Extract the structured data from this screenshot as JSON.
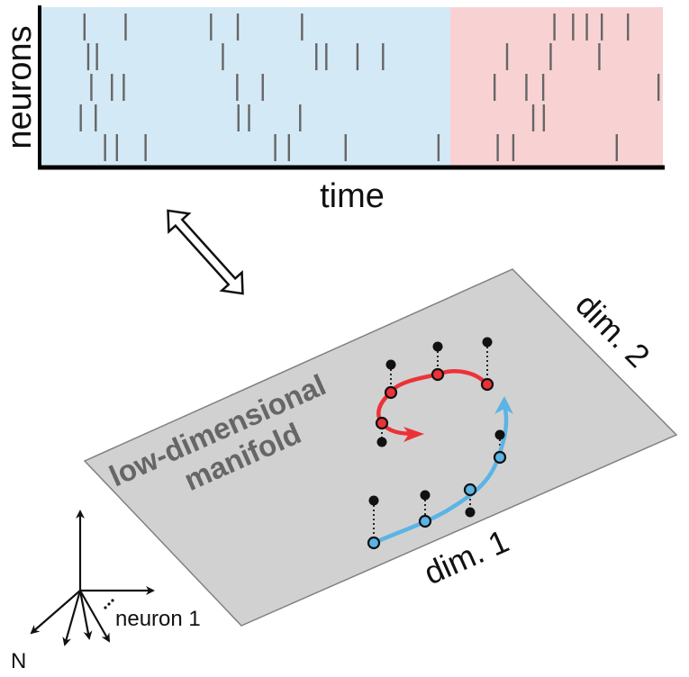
{
  "raster": {
    "y_label": "neurons",
    "x_label": "time",
    "colors": {
      "segment_a": "#d3e9f5",
      "segment_b": "#f8d2d3",
      "spike": "#666666"
    },
    "rows": [
      [
        0.072,
        0.138,
        0.275,
        0.318,
        0.421,
        0.826,
        0.856,
        0.878,
        0.902,
        0.944
      ],
      [
        0.078,
        0.092,
        0.294,
        0.444,
        0.46,
        0.51,
        0.551,
        0.75,
        0.82,
        0.898
      ],
      [
        0.083,
        0.116,
        0.135,
        0.317,
        0.358,
        0.73,
        0.781,
        0.808,
        0.993
      ],
      [
        0.066,
        0.09,
        0.319,
        0.336,
        0.418,
        0.792,
        0.809
      ],
      [
        0.105,
        0.124,
        0.17,
        0.378,
        0.4,
        0.491,
        0.64,
        0.735,
        0.76,
        0.926
      ]
    ],
    "segment_split": 0.658
  },
  "bidirectional_arrow": "double-headed-arrow",
  "manifold": {
    "label_line1": "low-dimensional",
    "label_line2": "manifold",
    "dim1": "dim. 1",
    "dim2": "dim. 2",
    "colors": {
      "plane": "#d1d1d1",
      "edge": "#808080",
      "traj_a": "#5ab4e5",
      "traj_b": "#ec3237",
      "points": "#111111"
    }
  },
  "axes_icon": {
    "label_neuron1": "neuron 1",
    "label_n": "N"
  }
}
